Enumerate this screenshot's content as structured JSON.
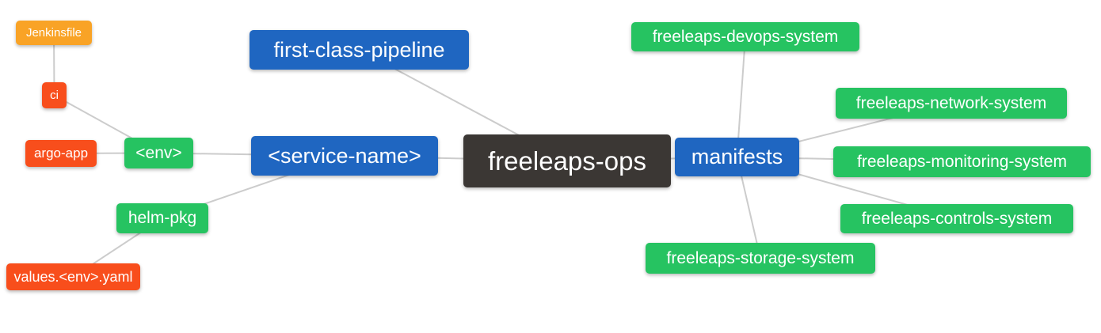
{
  "diagram": {
    "type": "mindmap",
    "root_label": "freeleaps-ops",
    "colors": {
      "blue": "#1F66C1",
      "green": "#26C361",
      "orange": "#F9A326",
      "red": "#F84E1C",
      "dark": "#3B3734",
      "edge": "#CCCCCC",
      "background": "#FFFFFF",
      "text": "#FFFFFF"
    },
    "nodes": {
      "jenkinsfile": {
        "label": "Jenkinsfile",
        "color": "#F9A326"
      },
      "ci": {
        "label": "ci",
        "color": "#F84E1C"
      },
      "argo_app": {
        "label": "argo-app",
        "color": "#F84E1C"
      },
      "env": {
        "label": "<env>",
        "color": "#26C361"
      },
      "helm_pkg": {
        "label": "helm-pkg",
        "color": "#26C361"
      },
      "values_env_yaml": {
        "label": "values.<env>.yaml",
        "color": "#F84E1C"
      },
      "first_class_pipeline": {
        "label": "first-class-pipeline",
        "color": "#1F66C1"
      },
      "service_name": {
        "label": "<service-name>",
        "color": "#1F66C1"
      },
      "freeleaps_ops": {
        "label": "freeleaps-ops",
        "color": "#3B3734"
      },
      "manifests": {
        "label": "manifests",
        "color": "#1F66C1"
      },
      "devops_system": {
        "label": "freeleaps-devops-system",
        "color": "#26C361"
      },
      "network_system": {
        "label": "freeleaps-network-system",
        "color": "#26C361"
      },
      "monitoring_system": {
        "label": "freeleaps-monitoring-system",
        "color": "#26C361"
      },
      "controls_system": {
        "label": "freeleaps-controls-system",
        "color": "#26C361"
      },
      "storage_system": {
        "label": "freeleaps-storage-system",
        "color": "#26C361"
      }
    },
    "edges": [
      [
        "jenkinsfile",
        "ci"
      ],
      [
        "ci",
        "env"
      ],
      [
        "argo_app",
        "env"
      ],
      [
        "env",
        "service_name"
      ],
      [
        "helm_pkg",
        "service_name"
      ],
      [
        "values_env_yaml",
        "helm_pkg"
      ],
      [
        "first_class_pipeline",
        "freeleaps_ops"
      ],
      [
        "service_name",
        "freeleaps_ops"
      ],
      [
        "freeleaps_ops",
        "manifests"
      ],
      [
        "manifests",
        "devops_system"
      ],
      [
        "manifests",
        "network_system"
      ],
      [
        "manifests",
        "monitoring_system"
      ],
      [
        "manifests",
        "controls_system"
      ],
      [
        "manifests",
        "storage_system"
      ]
    ]
  }
}
